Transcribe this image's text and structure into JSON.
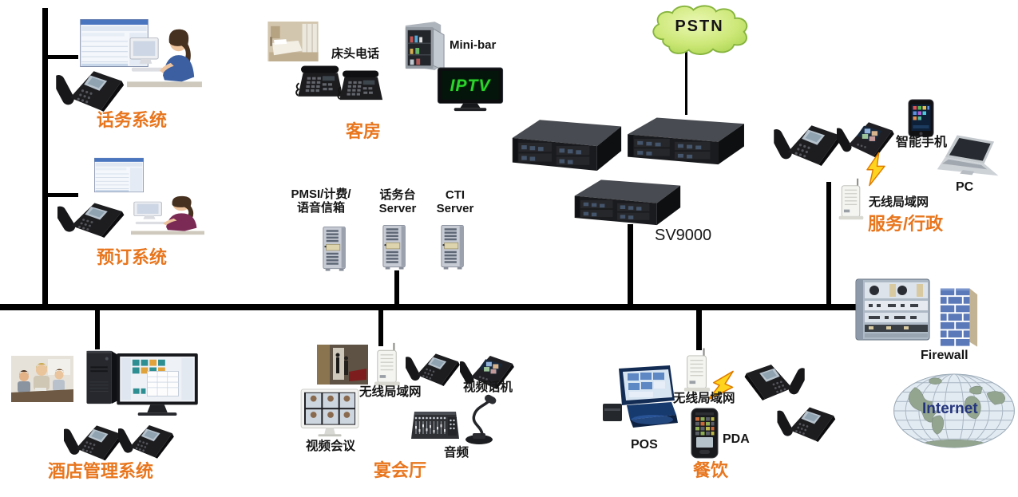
{
  "colors": {
    "accent_orange": "#E8761E",
    "line_black": "#000000",
    "pstn_cloud_green": "#BCDF6A",
    "iptv_green": "#2BD42B",
    "internet_blue": "#24357E",
    "firewall_blue": "#5B79B8"
  },
  "nodes": {
    "pstn": "PSTN",
    "sv9000": "SV9000",
    "operator_system": "话务系统",
    "reservation_system": "预订系统",
    "guest_room": {
      "label": "客房",
      "bedside_phone": "床头电话",
      "minibar": "Mini-bar",
      "iptv": "IPTV"
    },
    "servers": {
      "pmsi": "PMSI/计费/\n语音信箱",
      "operator_console": "话务台\nServer",
      "cti": "CTI\nServer"
    },
    "service_admin": {
      "label": "服务/行政",
      "smartphone": "智能手机",
      "pc": "PC",
      "wlan": "无线局域网"
    },
    "hotel_management": "酒店管理系统",
    "banquet_hall": {
      "label": "宴会厅",
      "wlan": "无线局域网",
      "video_phone": "视频话机",
      "video_conference": "视频会议",
      "audio": "音频"
    },
    "dining": {
      "label": "餐饮",
      "wlan": "无线局域网",
      "pos": "POS",
      "pda": "PDA"
    },
    "firewall": "Firewall",
    "internet": "Internet"
  }
}
